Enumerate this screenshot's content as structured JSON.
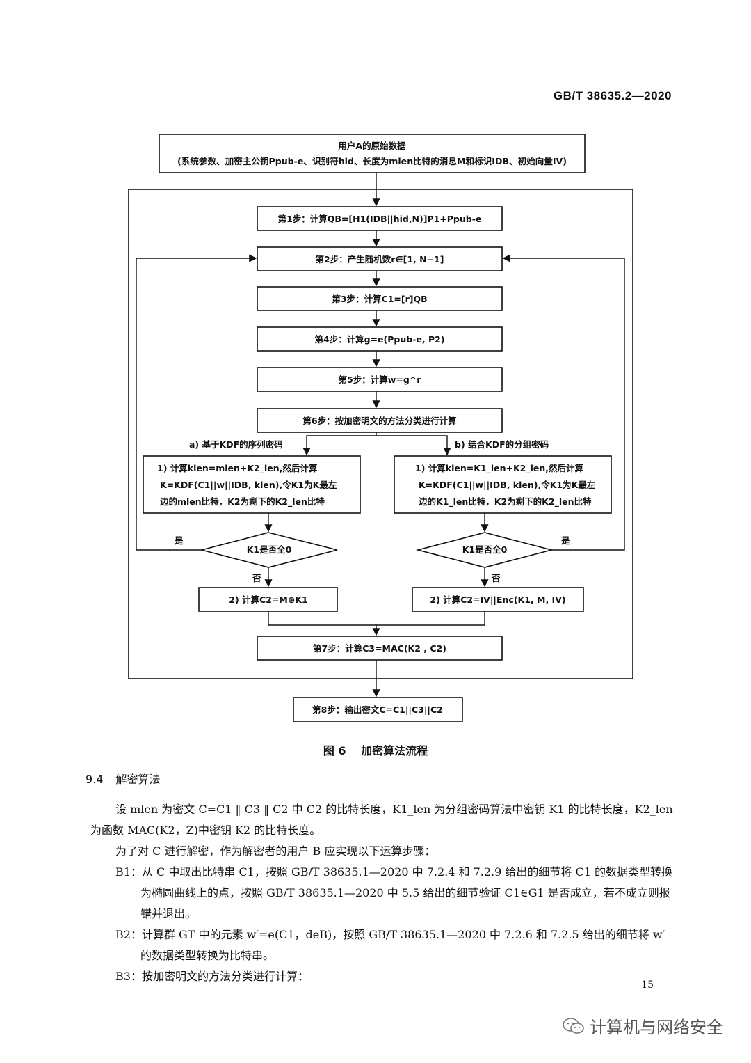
{
  "header": {
    "doc_id": "GB/T  38635.2—2020"
  },
  "flowchart": {
    "input_line1": "用户A的原始数据",
    "input_line2": "(系统参数、加密主公钥Ppub-e、识别符hid、长度为mlen比特的消息M和标识IDB、初始向量IV)",
    "step1": "第1步：计算QB=[H1(IDB||hid,N)]P1+Ppub-e",
    "step2": "第2步：产生随机数r∈[1, N−1]",
    "step3": "第3步：计算C1=[r]QB",
    "step4": "第4步：计算g=e(Ppub-e, P2)",
    "step5": "第5步：计算w=g^r",
    "step6": "第6步：按加密明文的方法分类进行计算",
    "branch_a_label": "a)   基于KDF的序列密码",
    "branch_b_label": "b)   结合KDF的分组密码",
    "a1_line1": "1)   计算klen=mlen+K2_len,然后计算",
    "a1_line2": "K=KDF(C1||w||IDB, klen),令K1为K最左",
    "a1_line3": "边的mlen比特，K2为剩下的K2_len比特",
    "b1_line1": "1)   计算klen=K1_len+K2_len,然后计算",
    "b1_line2": "K=KDF(C1||w||IDB, klen),令K1为K最左",
    "b1_line3": "边的K1_len比特，K2为剩下的K2_len比特",
    "decision_a": "K1是否全0",
    "decision_b": "K1是否全0",
    "yes_label_a": "是",
    "yes_label_b": "是",
    "no_label_a": "否",
    "no_label_b": "否",
    "a2": "2) 计算C2=M⊕K1",
    "b2": "2) 计算C2=IV||Enc(K1, M, IV)",
    "step7": "第7步：计算C3=MAC(K2 , C2)",
    "step8": "第8步：输出密文C=C1||C3||C2"
  },
  "figure": {
    "number": "图 6",
    "title": "加密算法流程"
  },
  "section": {
    "number": "9.4",
    "title": "解密算法"
  },
  "body": {
    "p1": "设 mlen 为密文 C=C1 ‖ C3 ‖ C2 中 C2 的比特长度，K1_len 为分组密码算法中密钥 K1 的比特长度，K2_len 为函数 MAC(K2，Z)中密钥 K2 的比特长度。",
    "p2": "为了对 C 进行解密，作为解密者的用户 B 应实现以下运算步骤：",
    "b1": "B1：从 C 中取出比特串 C1，按照 GB/T 38635.1—2020 中 7.2.4 和 7.2.9 给出的细节将 C1 的数据类型转换为椭圆曲线上的点，按照 GB/T 38635.1—2020 中 5.5 给出的细节验证 C1∈G1 是否成立，若不成立则报错并退出。",
    "b2": "B2：计算群 GT 中的元素 w′=e(C1，deB)，按照 GB/T 38635.1—2020 中 7.2.6 和 7.2.5 给出的细节将 w′的数据类型转换为比特串。",
    "b3": "B3：按加密明文的方法分类进行计算："
  },
  "page_number": "15",
  "watermark": {
    "text": "计算机与网络安全",
    "icon": "wechat-icon"
  }
}
